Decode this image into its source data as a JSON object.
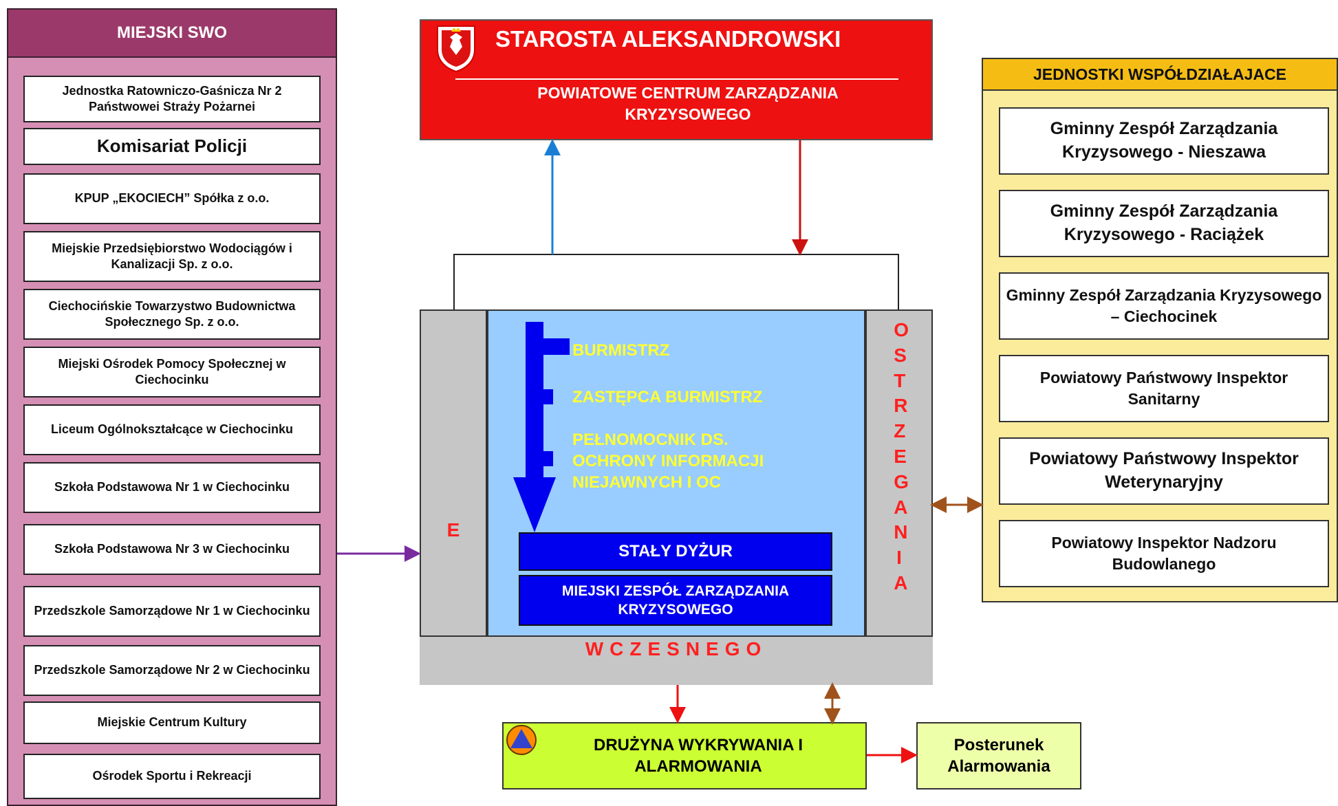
{
  "left": {
    "header": "MIEJSKI SWO",
    "items": [
      "Jednostka Ratowniczo-Gaśnicza Nr 2 Państwowei Straży Pożarnei",
      "Komisariat Policji",
      "KPUP „EKOCIECH” Spółka z o.o.",
      "Miejskie Przedsiębiorstwo Wodociągów i Kanalizacji Sp. z o.o.",
      "Ciechocińskie Towarzystwo Budownictwa Społecznego Sp. z o.o.",
      "Miejski Ośrodek Pomocy Społecznej w Ciechocinku",
      "Liceum Ogólnokształcące w Ciechocinku",
      "Szkoła Podstawowa Nr 1 w Ciechocinku",
      "Szkoła Podstawowa Nr 3 w Ciechocinku",
      "Przedszkole Samorządowe Nr 1 w Ciechocinku",
      "Przedszkole Samorządowe Nr 2 w Ciechocinku",
      "Miejskie Centrum Kultury",
      "Ośrodek Sportu i Rekreacji"
    ]
  },
  "top": {
    "title": "STAROSTA ALEKSANDROWSKI",
    "subtitle": "POWIATOWE CENTRUM ZARZĄDZANIA KRYZYSOWEGO"
  },
  "right": {
    "header": "JEDNOSTKI WSPÓŁDZIAŁAJACE",
    "items": [
      "Gminny Zespół Zarządzania Kryzysowego - Nieszawa",
      "Gminny Zespół Zarządzania Kryzysowego - Raciążek",
      "Gminny Zespół Zarządzania Kryzysowego – Ciechocinek",
      "Powiatowy Państwowy Inspektor Sanitarny",
      "Powiatowy Państwowy Inspektor Weterynaryjny",
      "Powiatowy Inspektor Nadzoru Budowlanego"
    ]
  },
  "center": {
    "burmistrz": "BURMISTRZ",
    "zastepca": "ZASTĘPCA BURMISTRZ",
    "pelnomocnik": "PEŁNOMOCNIK DS. OCHRONY INFORMACJI NIEJAWNYCH I OC",
    "staly_dyzur": "STAŁY DYŻUR",
    "zespol": "MIEJSKI ZESPÓŁ ZARZĄDZANIA KRYZYSOWEGO",
    "ews_left": "E",
    "ews_right": "OSTRZEGANIA",
    "ews_bottom": "WCZESNEGO"
  },
  "bottom": {
    "druzyna": "DRUŻYNA WYKRYWANIA I ALARMOWANIA",
    "posterunek": "Posterunek Alarmowania"
  },
  "colors": {
    "starosta_bg": "#ee1111",
    "left_panel": "#d58fb4",
    "left_header": "#9b3a6a",
    "right_panel": "#fbec9c",
    "right_header": "#f5bd14",
    "center_blue": "#99ccff",
    "dark_blue": "#0000ee",
    "ews_gray": "#c6c6c6",
    "ews_text": "#ff2020",
    "druzyna_bg": "#ccff33"
  }
}
